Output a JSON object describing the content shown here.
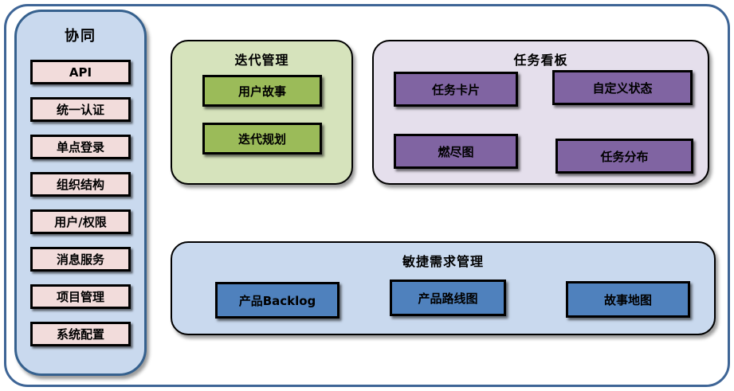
{
  "colors": {
    "outer_border": "#3e6596",
    "sidebar_fill": "#c9d9ee",
    "sidebar_border": "#36618e",
    "pink_item": "#f2dcdb",
    "green_container": "#d6e3bc",
    "green_item": "#9bbb59",
    "purple_container": "#e5dfec",
    "purple_item": "#8064a2",
    "blue_container": "#c9d9ee",
    "blue_item": "#4f81bd"
  },
  "sidebar": {
    "title": "协同",
    "items": [
      "API",
      "统一认证",
      "单点登录",
      "组织结构",
      "用户/权限",
      "消息服务",
      "项目管理",
      "系统配置"
    ]
  },
  "iteration": {
    "title": "迭代管理",
    "items": [
      "用户故事",
      "迭代规划"
    ]
  },
  "kanban": {
    "title": "任务看板",
    "items": [
      "任务卡片",
      "自定义状态",
      "燃尽图",
      "任务分布"
    ]
  },
  "agile": {
    "title": "敏捷需求管理",
    "items": [
      "产品Backlog",
      "产品路线图",
      "故事地图"
    ]
  }
}
